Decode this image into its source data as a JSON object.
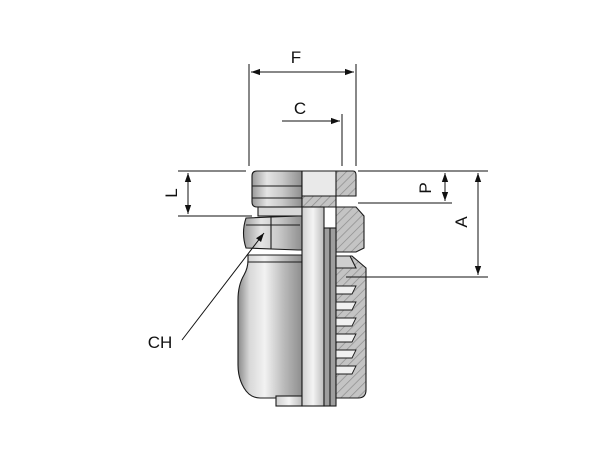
{
  "labels": {
    "f": "F",
    "c": "C",
    "l": "L",
    "p": "P",
    "a": "A",
    "ch": "CH"
  },
  "colors": {
    "line": "#111111",
    "metal_light": "#e6e6e6",
    "metal_mid": "#b9b9b9",
    "metal_dark": "#7d7d7d",
    "section_hatch": "#9a9a9a"
  }
}
